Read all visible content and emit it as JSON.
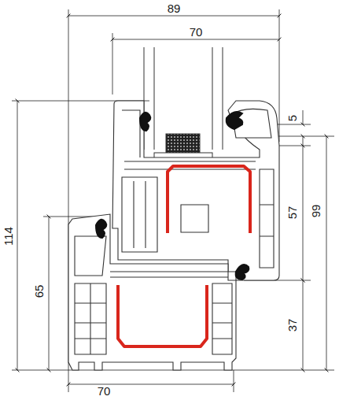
{
  "diagram": {
    "labels": [
      "89",
      "70",
      "5",
      "57",
      "99",
      "114",
      "65",
      "37",
      "70"
    ]
  }
}
